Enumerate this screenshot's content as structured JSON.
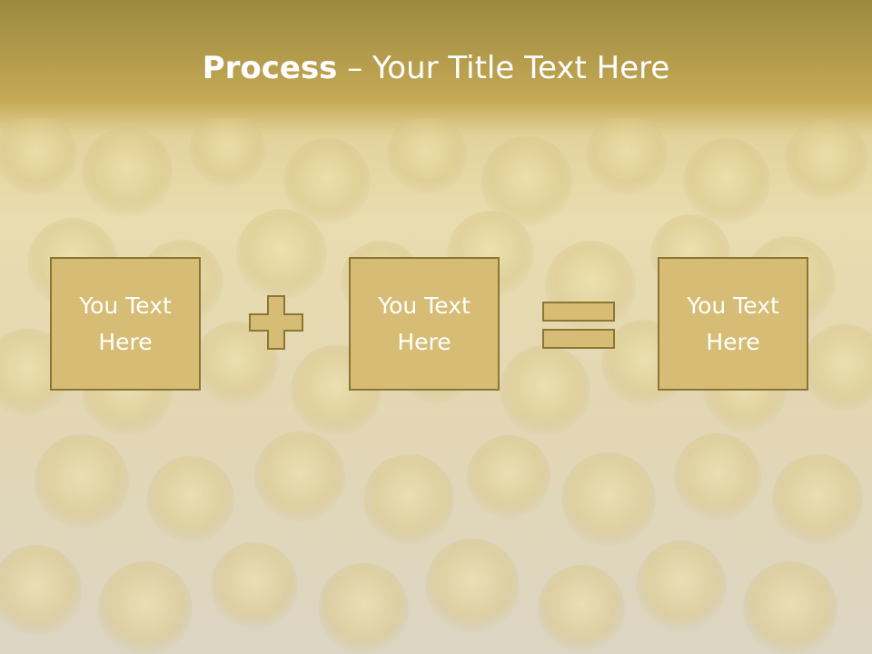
{
  "title": {
    "bold": "Process",
    "rest": " – Your Title Text Here"
  },
  "boxes": [
    {
      "text": "You Text\nHere"
    },
    {
      "text": "You Text\nHere"
    },
    {
      "text": "You Text\nHere"
    }
  ],
  "icons": {
    "operator1": "plus-icon",
    "operator2": "equals-icon"
  },
  "colors": {
    "header": "#b99d4b",
    "box_fill": "#d6bc74",
    "box_border": "#8a7734",
    "text": "#ffffff"
  }
}
